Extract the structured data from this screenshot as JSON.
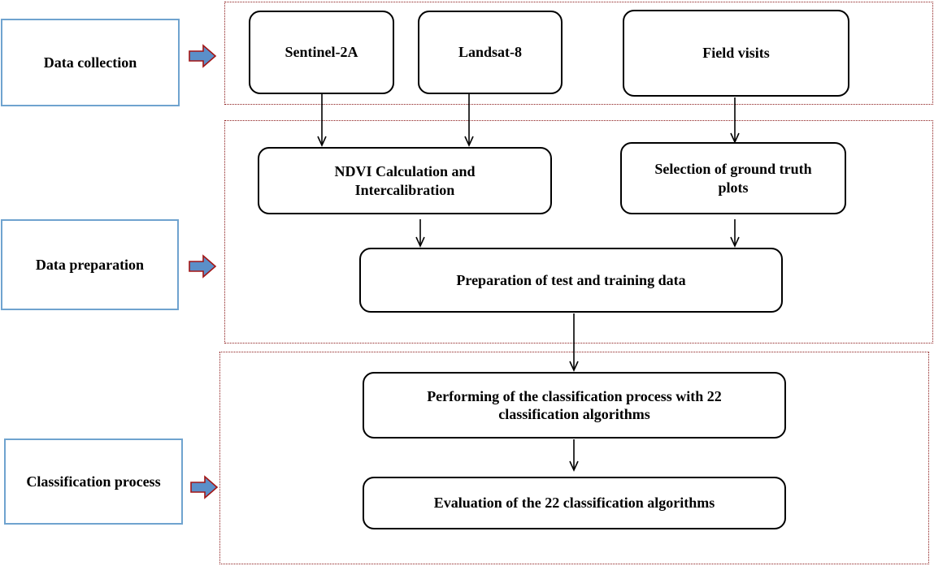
{
  "stages": {
    "data_collection": "Data collection",
    "data_preparation": "Data preparation",
    "classification_process": "Classification process"
  },
  "nodes": {
    "sentinel": "Sentinel-2A",
    "landsat": "Landsat-8",
    "field_visits": "Field visits",
    "ndvi": "NDVI Calculation and\nIntercalibration",
    "ground_truth": "Selection of ground truth\nplots",
    "preparation": "Preparation of  test  and  training  data",
    "performing": "Performing of the classification process with 22\nclassification algorithms",
    "evaluation": "Evaluation of the 22 classification algorithms"
  },
  "colors": {
    "stage_label_border": "#6fa3cf",
    "stage_frame_border": "#8b1a1a",
    "pointer_arrow_fill": "#5b8fc9",
    "pointer_arrow_stroke": "#a31515",
    "node_border": "#000000"
  }
}
